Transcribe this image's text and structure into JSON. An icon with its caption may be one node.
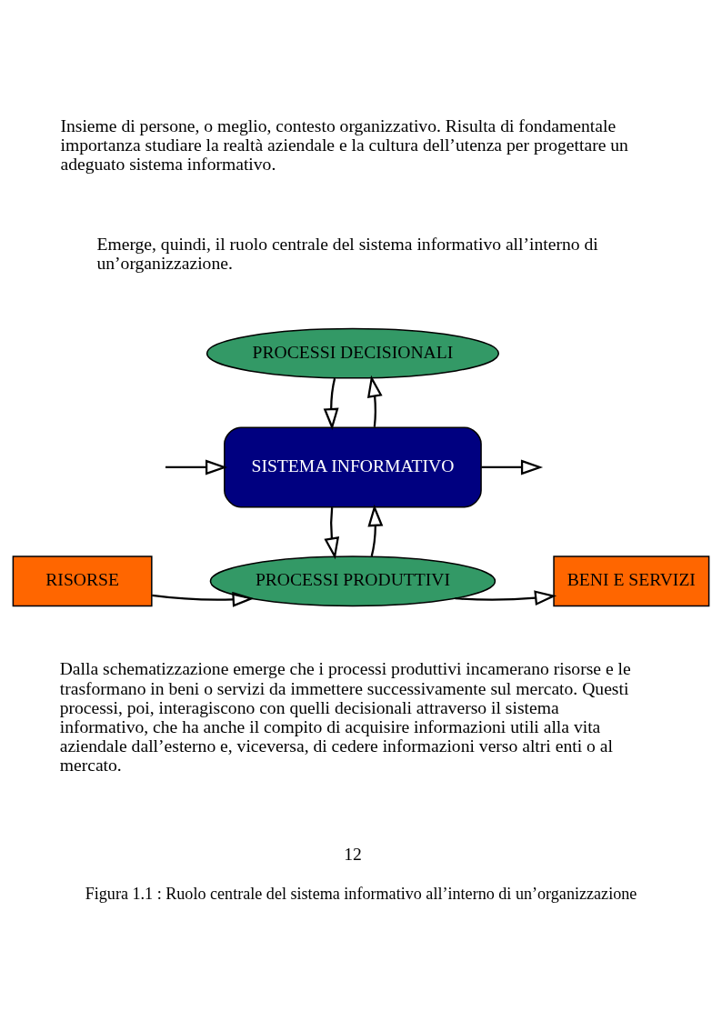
{
  "diagram": {
    "caption": "Figura 1.1 : Ruolo centrale del sistema informativo all’interno di un’organizzazione",
    "nodes": [
      {
        "text": [
          "PROCESSI DECISIONALI"
        ]
      },
      {
        "text": [
          "SISTEMA INFORMATIVO"
        ]
      },
      {
        "text": [
          "RISORSE"
        ]
      },
      {
        "text": [
          "PROCESSI PRODUTTIVI"
        ]
      },
      {
        "text": [
          "BENI E SERVIZI"
        ]
      }
    ],
    "edges": [
      {
        "from": 0,
        "to": 1,
        "arrow": "to"
      },
      {
        "from": 1,
        "to": 0,
        "arrow": "to"
      },
      {
        "from": null,
        "to": 1,
        "arrow": "to"
      },
      {
        "from": 1,
        "to": null,
        "arrow": "to"
      },
      {
        "from": 1,
        "to": 3,
        "arrow": "to"
      },
      {
        "from": 3,
        "to": 1,
        "arrow": "to"
      },
      {
        "from": 2,
        "to": 3,
        "arrow": "to"
      },
      {
        "from": 3,
        "to": 4,
        "arrow": "to"
      }
    ],
    "labels": [
      "Insieme di persone, o meglio, contesto organizzativo. Risulta di fondamentale importanza studiare la realtà aziendale e la cultura dell’utenza per progettare un adeguato sistema informativo.",
      "Emerge, quindi, il ruolo centrale del sistema informativo all’interno di un’organizzazione.",
      "Dalla schematizzazione emerge che i processi produttivi incamerano risorse e le trasformano in beni o servizi da immettere successivamente sul mercato. Questi processi, poi, interagiscono con quelli decisionali attraverso il sistema informativo, che ha anche il compito di acquisire informazioni utili alla vita aziendale dall’esterno e, viceversa, di cedere informazioni verso altri enti o al mercato.",
      "12"
    ]
  }
}
